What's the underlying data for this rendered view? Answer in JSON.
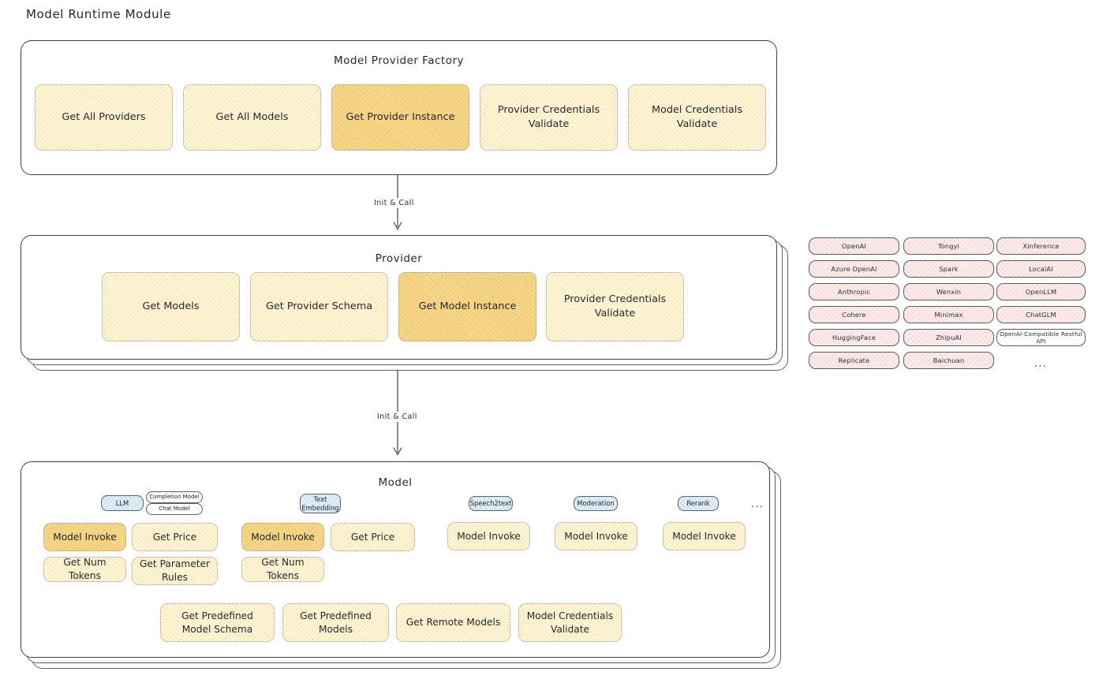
{
  "title": "Model Runtime Module",
  "sections": {
    "factory": {
      "title": "Model Provider Factory",
      "boxes": [
        {
          "label": "Get All Providers",
          "highlight": false
        },
        {
          "label": "Get All Models",
          "highlight": false
        },
        {
          "label": "Get Provider Instance",
          "highlight": true
        },
        {
          "label": "Provider Credentials Validate",
          "highlight": false
        },
        {
          "label": "Model Credentials Validate",
          "highlight": false
        }
      ]
    },
    "provider": {
      "title": "Provider",
      "boxes": [
        {
          "label": "Get Models",
          "highlight": false
        },
        {
          "label": "Get Provider Schema",
          "highlight": false
        },
        {
          "label": "Get Model Instance",
          "highlight": true
        },
        {
          "label": "Provider Credentials Validate",
          "highlight": false
        }
      ]
    },
    "model": {
      "title": "Model",
      "model_types": [
        {
          "name": "LLM",
          "subtypes": [
            "Completion Model",
            "Chat Model"
          ]
        },
        {
          "name": "Text Embedding",
          "subtypes": []
        },
        {
          "name": "Speech2text",
          "subtypes": []
        },
        {
          "name": "Moderation",
          "subtypes": []
        },
        {
          "name": "Rerank",
          "subtypes": []
        }
      ],
      "more_types": "...",
      "columns": [
        {
          "ops": [
            "Model Invoke",
            "Get Num Tokens"
          ]
        },
        {
          "ops": [
            "Get Price",
            "Get Parameter Rules"
          ]
        },
        {
          "ops": [
            "Model Invoke",
            "Get Num Tokens"
          ]
        },
        {
          "ops": [
            "Get Price"
          ]
        },
        {
          "ops": [
            "Model Invoke"
          ]
        },
        {
          "ops": [
            "Model Invoke"
          ]
        },
        {
          "ops": [
            "Model Invoke"
          ]
        }
      ],
      "shared_ops": [
        "Get Predefined Model Schema",
        "Get Predefined Models",
        "Get Remote Models",
        "Model Credentials Validate"
      ]
    }
  },
  "arrows": [
    {
      "label": "Init & Call"
    },
    {
      "label": "Init & Call"
    }
  ],
  "providers": {
    "column1": [
      "OpenAI",
      "Azure OpenAI",
      "Anthropic",
      "Cohere",
      "HuggingFace",
      "Replicate"
    ],
    "column2": [
      "Tongyi",
      "Spark",
      "Wenxin",
      "Minimax",
      "ZhipuAI",
      "Baichuan"
    ],
    "column3": [
      "Xinference",
      "LocalAI",
      "OpenLLM",
      "ChatGLM",
      "OpenAI-Compatible Restful API"
    ],
    "more": "..."
  },
  "colors": {
    "highlight_fill": "#f9dd9b",
    "normal_fill": "#fdf6dd",
    "provider_chip_fill": "#fdeeee",
    "model_type_fill": "#e3f0f8",
    "stroke": "#3d4248"
  }
}
